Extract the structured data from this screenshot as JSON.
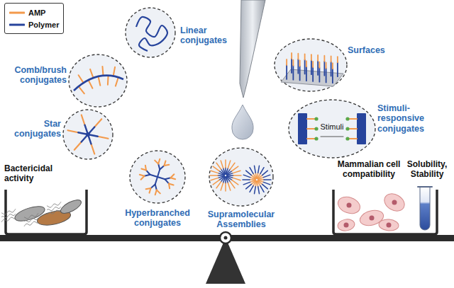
{
  "diagram": {
    "nodes": [
      {
        "text": [
          "Linear conjugates"
        ]
      },
      {
        "text": [
          "Comb/brush conjugates"
        ]
      },
      {
        "text": [
          "Star conjugates"
        ]
      },
      {
        "text": [
          "Hyperbranched conjugates"
        ]
      },
      {
        "text": [
          "Supramolecular Assemblies"
        ]
      },
      {
        "text": [
          "Surfaces"
        ]
      },
      {
        "text": [
          "Stimuli-responsive conjugates",
          "Stimuli"
        ]
      }
    ],
    "labels": [
      "Bactericidal activity",
      "Mammalian cell compatibility",
      "Solubility, Stability"
    ],
    "legend": [
      {
        "text": "AMP"
      },
      {
        "text": "Polymer"
      }
    ]
  }
}
